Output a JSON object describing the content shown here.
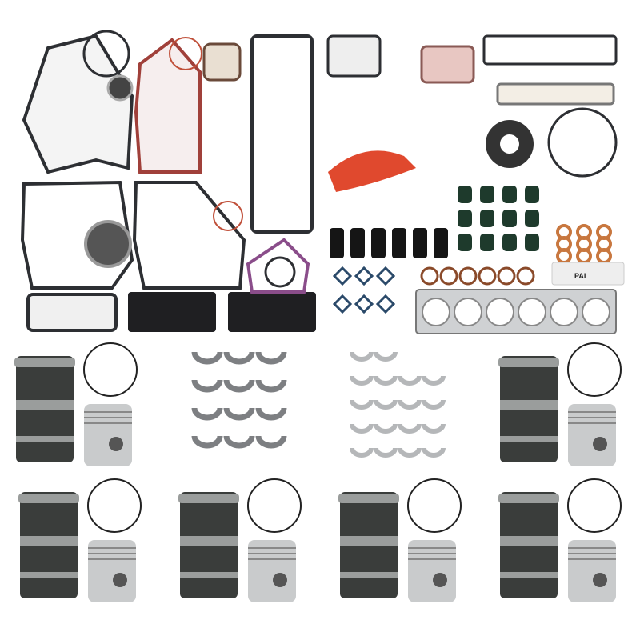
{
  "product": {
    "kit_contents": {
      "cylinder_liner_sets": 6,
      "bearing_groups": 2
    },
    "label_logo_text": "PAI",
    "colors": {
      "liner": "#3a3d3b",
      "liner_band": "#9a9d9c",
      "piston": "#c9cbcc",
      "gasket_outline": "#2d2f33",
      "silicone_seal": "#e0492e",
      "copper_washer": "#c8773f",
      "background": "#ffffff"
    }
  }
}
